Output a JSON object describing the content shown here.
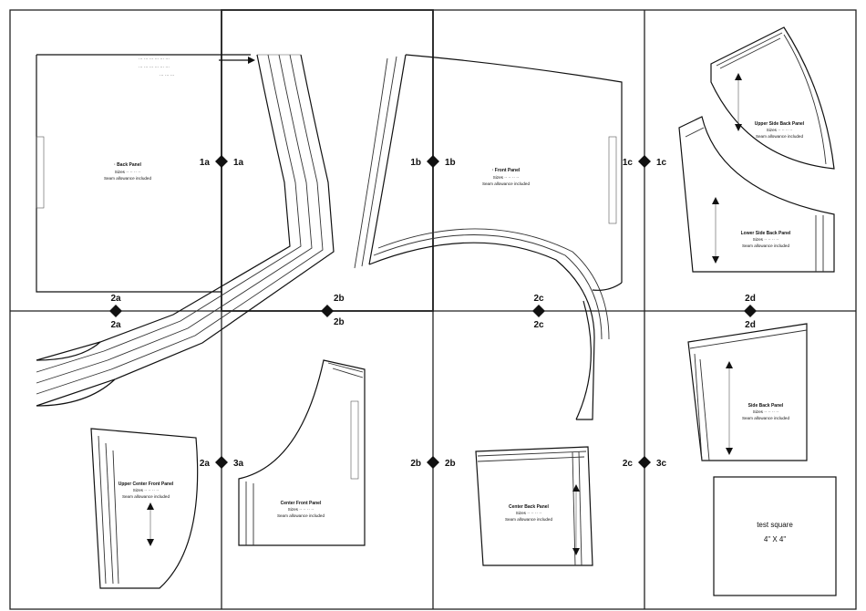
{
  "tile_marks": {
    "m1a_left": "1a",
    "m1a_right": "1a",
    "m1b_left": "1b",
    "m1b_right": "1b",
    "m1c_left": "1c",
    "m1c_right": "1c",
    "m2a_top": "2a",
    "m2a_bottom": "2a",
    "m2b_top": "2b",
    "m2b_bottom": "2b",
    "m2c_top": "2c",
    "m2c_bottom": "2c",
    "m2d_top": "2d",
    "m2d_bottom": "2d",
    "m3a_left": "2a",
    "m3a_right": "3a",
    "m3b_left": "2b",
    "m3b_right": "2b",
    "m3c_left": "2c",
    "m3c_right": "3c"
  },
  "test_square": {
    "label": "test square",
    "size": "4\" X 4\""
  }
}
